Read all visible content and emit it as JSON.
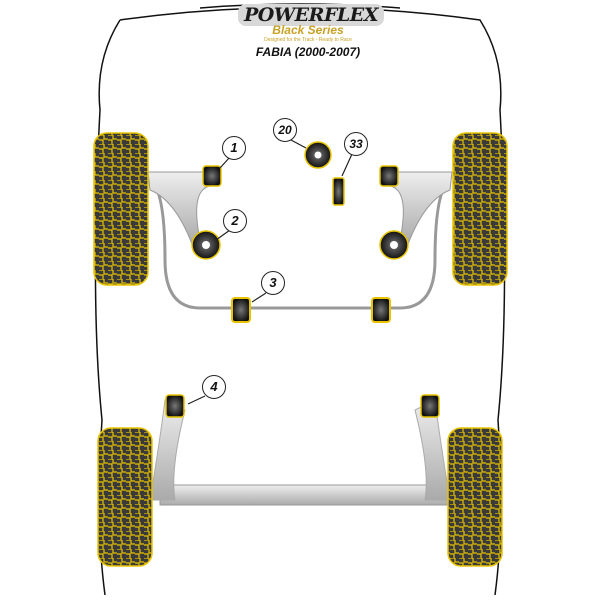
{
  "logo": {
    "brand": "POWERFLEX",
    "series": "Black Series",
    "tagline": "Designed for the Track - Ready to Race"
  },
  "model_title": "FABIA (2000-2007)",
  "callouts": [
    "1",
    "2",
    "3",
    "4",
    "20",
    "33"
  ],
  "colors": {
    "accent": "#e8c400",
    "tyre": "#3a3a3a",
    "bush": "#2a2a2a",
    "metal": "#c8c8c8"
  }
}
